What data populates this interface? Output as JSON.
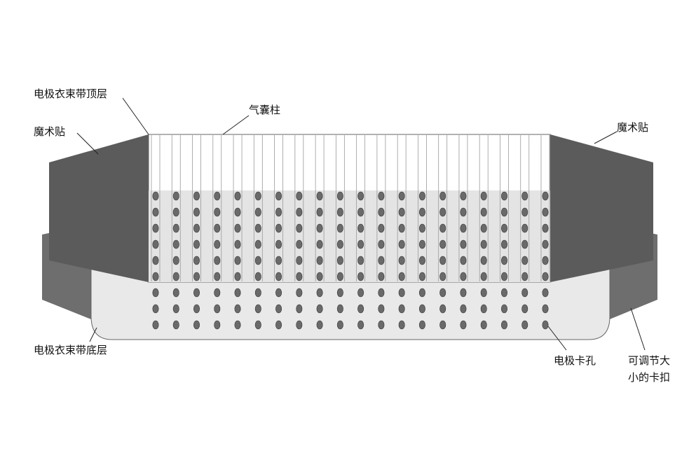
{
  "labels": {
    "top_layer": "电极衣束带顶层",
    "air_column": "气囊柱",
    "velcro_left": "魔术贴",
    "velcro_right": "魔术贴",
    "bottom_layer": "电极衣束带底层",
    "electrode_hole": "电极卡孔",
    "buckle_line1": "可调节大",
    "buckle_line2": "小的卡扣"
  },
  "colors": {
    "dark_panel": "#5b5b5b",
    "mid_panel": "#6e6e6e",
    "light_fill": "#e9e9e9",
    "white_fill": "#ffffff",
    "outline": "#555555",
    "hole": "#6a6a6a"
  },
  "grid": {
    "columns": 20,
    "rows": 9
  }
}
